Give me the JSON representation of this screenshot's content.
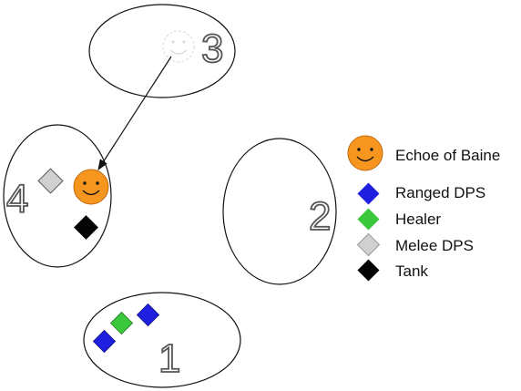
{
  "platforms": [
    {
      "number": "1"
    },
    {
      "number": "2"
    },
    {
      "number": "3"
    },
    {
      "number": "4"
    }
  ],
  "legend": [
    {
      "label": "Echoe of Baine",
      "icon": "boss-face-icon",
      "color": "#f7961f"
    },
    {
      "label": "Ranged DPS",
      "icon": "diamond-icon",
      "color": "#1f1fe0"
    },
    {
      "label": "Healer",
      "icon": "diamond-icon",
      "color": "#3cc83c"
    },
    {
      "label": "Melee DPS",
      "icon": "diamond-icon",
      "color": "#d0d0d0"
    },
    {
      "label": "Tank",
      "icon": "diamond-icon",
      "color": "#050505"
    }
  ],
  "colors": {
    "boss": "#f7961f",
    "ranged": "#1f1fe0",
    "healer": "#3cc83c",
    "melee": "#d0d0d0",
    "tank": "#050505",
    "ghost": "#e8e8e8"
  }
}
